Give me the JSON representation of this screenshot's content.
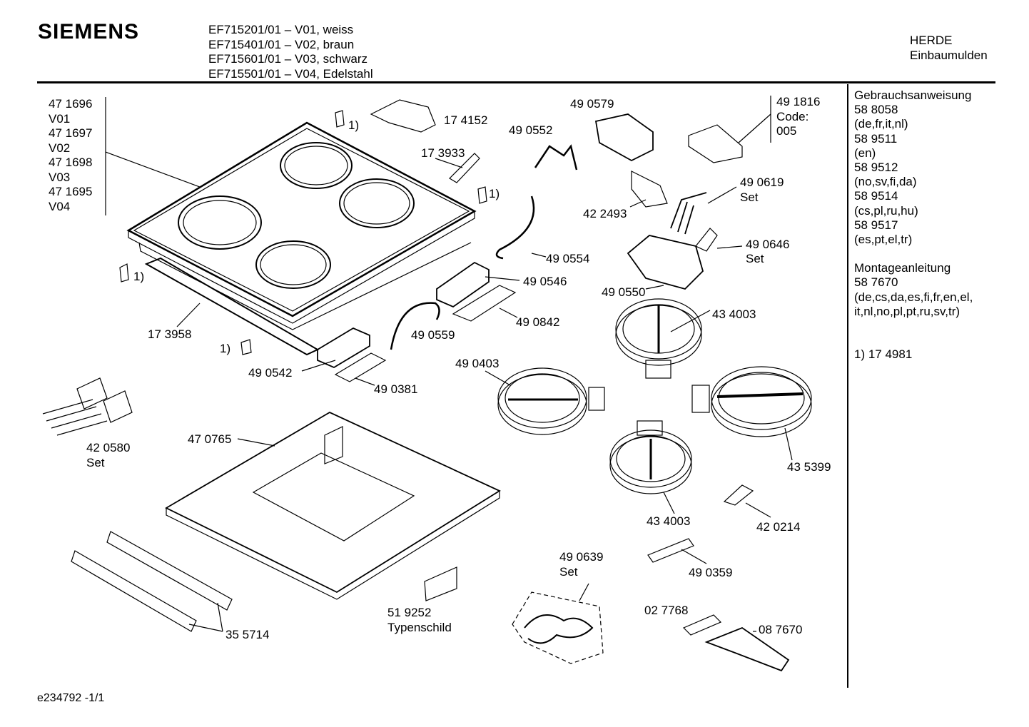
{
  "header": {
    "brand": "SIEMENS",
    "models": [
      "EF715201/01 – V01, weiss",
      "EF715401/01 – V02, braun",
      "EF715601/01 – V03, schwarz",
      "EF715501/01 – V04, Edelstahl"
    ],
    "category": [
      "HERDE",
      "Einbaumulden"
    ]
  },
  "sidebar": {
    "lines": [
      "Gebrauchsanweisung",
      "58 8058",
      "(de,fr,it,nl)",
      "58 9511",
      "(en)",
      "58 9512",
      "(no,sv,fi,da)",
      "58 9514",
      "(cs,pl,ru,hu)",
      "58 9517",
      "(es,pt,el,tr)"
    ],
    "mounting": [
      "Montageanleitung",
      "58 7670",
      "(de,cs,da,es,fi,fr,en,el,",
      "it,nl,no,pl,pt,ru,sv,tr)"
    ],
    "footnote": "1) 17 4981"
  },
  "variants": [
    "47 1696",
    "V01",
    "47 1697",
    "V02",
    "47 1698",
    "V03",
    "47 1695",
    "V04"
  ],
  "code_block": [
    "49 1816",
    "Code:",
    "005"
  ],
  "parts": {
    "p174152": "17 4152",
    "fn1": "1)",
    "fn2": "1)",
    "fn3": "1)",
    "fn4": "1)",
    "p173933": "17 3933",
    "p490579": "49 0579",
    "p490552": "49 0552",
    "p422493": "42 2493",
    "p490619": "49 0619",
    "set1": "Set",
    "p490646": "49 0646",
    "set2": "Set",
    "p490550": "49 0550",
    "p490554": "49 0554",
    "p490546": "49 0546",
    "p490842": "49 0842",
    "p173958": "17 3958",
    "p490559": "49 0559",
    "p490542": "49 0542",
    "p490381": "49 0381",
    "p434003a": "43 4003",
    "p490403": "49 0403",
    "p420580": "42 0580",
    "set3": "Set",
    "p470765": "47 0765",
    "p435399": "43 5399",
    "p434003b": "43 4003",
    "p420214": "42 0214",
    "p490359": "49 0359",
    "p490639": "49 0639",
    "set4": "Set",
    "p519252": "51 9252",
    "typenschild": "Typenschild",
    "p027768": "02 7768",
    "p087670": "08 7670",
    "p355714": "35 5714"
  },
  "footer_code": "e234792 -1/1"
}
